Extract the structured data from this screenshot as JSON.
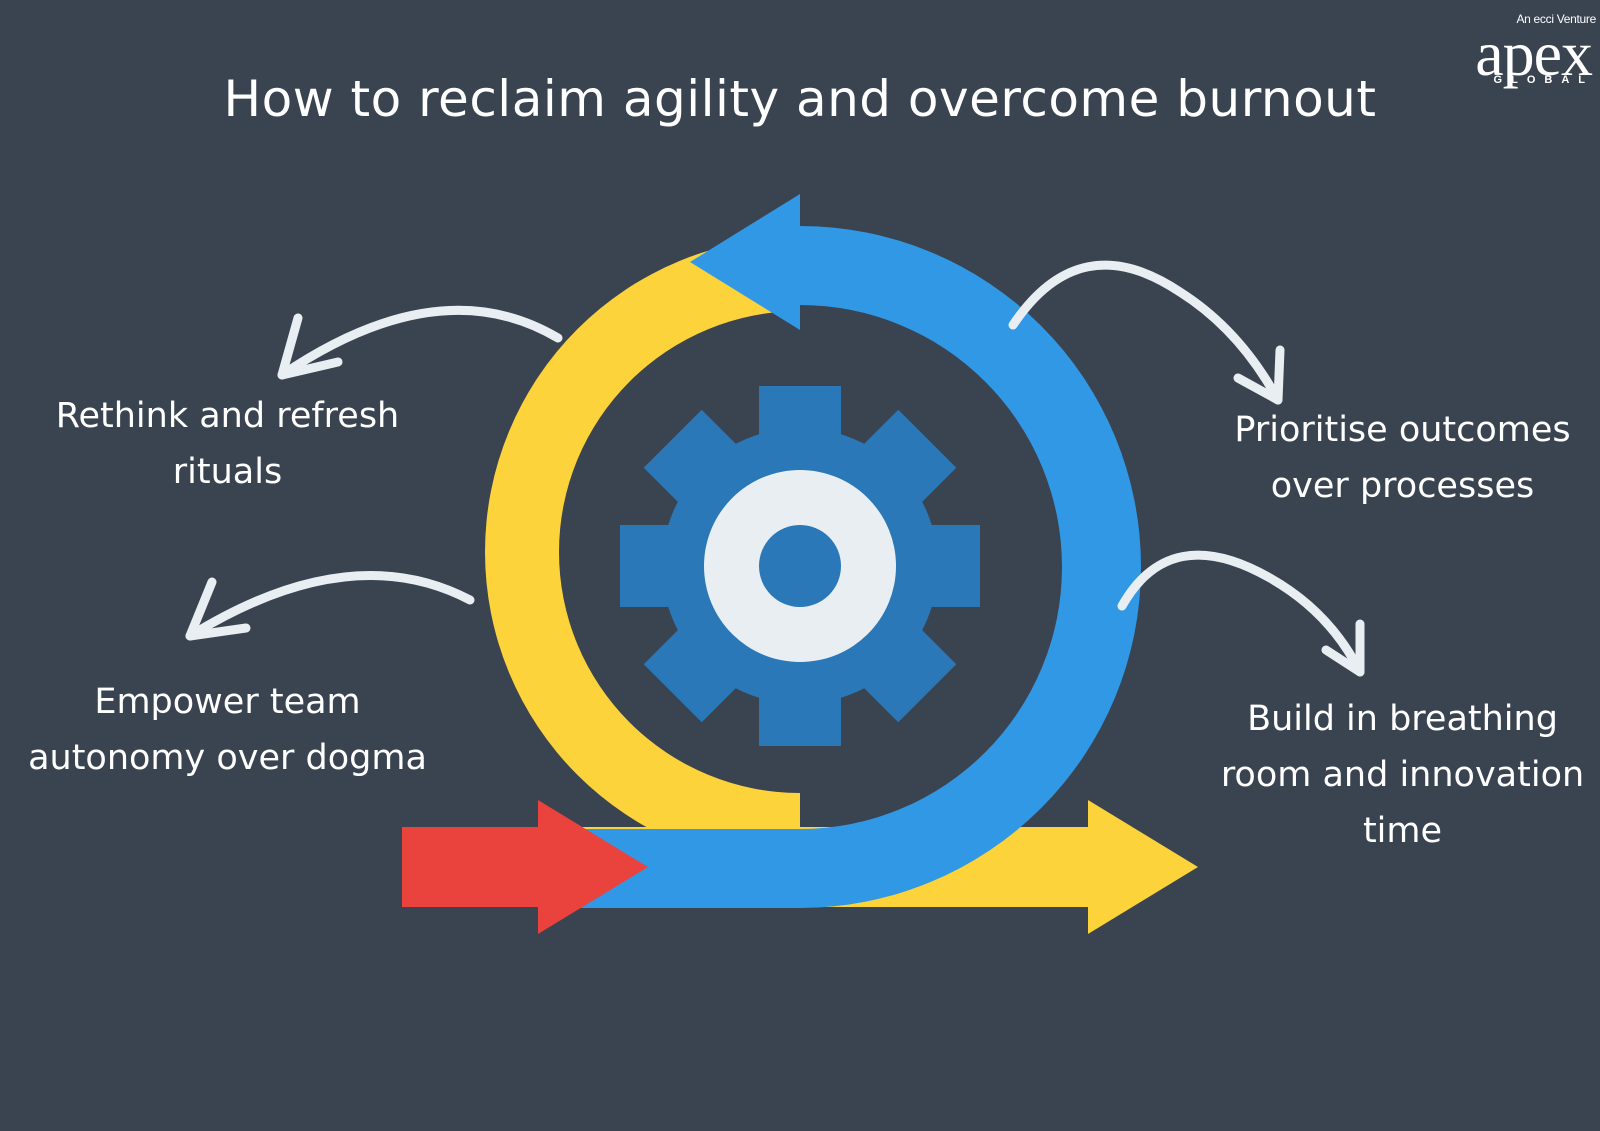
{
  "title": "How to reclaim agility and overcome burnout",
  "logo": {
    "tagline": "An ecci Venture",
    "wordmark": "apex",
    "subtext": "GLOBAL"
  },
  "labels": {
    "top_left": {
      "line1": "Rethink and refresh",
      "line2": "rituals"
    },
    "bottom_left": {
      "line1": "Empower team",
      "line2": "autonomy over dogma"
    },
    "top_right": {
      "line1": "Prioritise outcomes",
      "line2": "over processes"
    },
    "bottom_right": {
      "line1": "Build in breathing",
      "line2": "room and innovation",
      "line3": "time"
    }
  },
  "icons": [
    "gear-icon",
    "cycle-arrow-icon",
    "curved-arrow-icon"
  ],
  "colors": {
    "background": "#3a4350",
    "yellow": "#fdd33b",
    "blue": "#3198e5",
    "gear_blue": "#2b78b8",
    "red": "#ea423d",
    "gear_center": "#e9eef2",
    "text": "#ffffff"
  }
}
